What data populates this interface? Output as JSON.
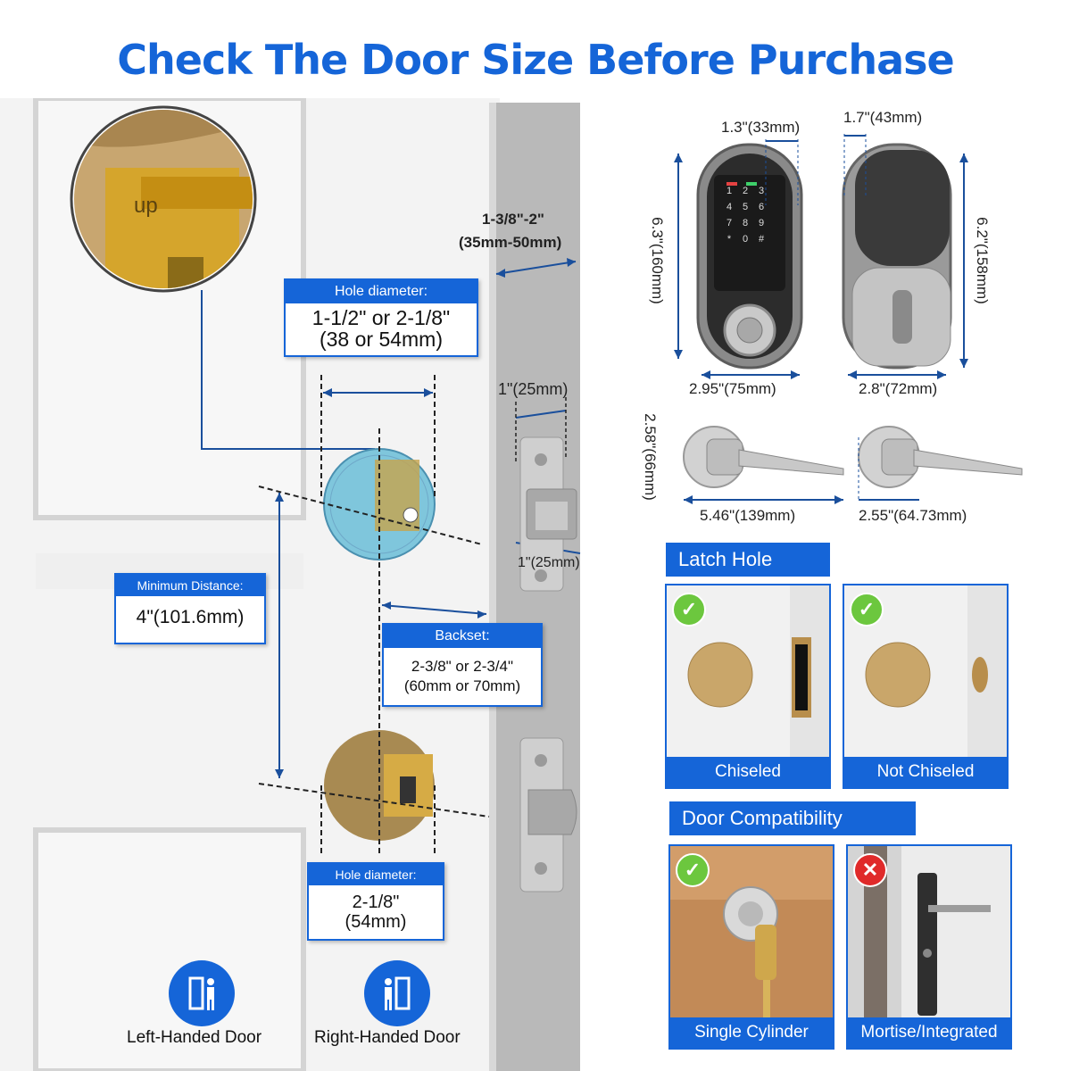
{
  "title": "Check The Door Size Before Purchase",
  "door_diagram": {
    "door_thickness": {
      "line1": "1-3/8\"-2\"",
      "line2": "(35mm-50mm)"
    },
    "hole_diameter_top": {
      "header": "Hole diameter:",
      "line1": "1-1/2\" or 2-1/8\"",
      "line2": "(38 or 54mm)"
    },
    "latch_width": "1\"(25mm)",
    "latch_depth": "1\"(25mm)",
    "minimum_distance": {
      "header": "Minimum Distance:",
      "value": "4\"(101.6mm)"
    },
    "backset": {
      "header": "Backset:",
      "line1": "2-3/8\" or 2-3/4\"",
      "line2": "(60mm or 70mm)"
    },
    "hole_diameter_bottom": {
      "header": "Hole diameter:",
      "line1": "2-1/8\"",
      "line2": "(54mm)"
    },
    "latch_stamp": "up"
  },
  "handedness": [
    {
      "label": "Left-Handed Door",
      "icon": "left-handed-door-icon"
    },
    {
      "label": "Right-Handed Door",
      "icon": "right-handed-door-icon"
    }
  ],
  "lock_dimensions": {
    "front_depth": "1.3\"(33mm)",
    "back_depth": "1.7\"(43mm)",
    "front_height": "6.3\"(160mm)",
    "back_height": "6.2\"(158mm)",
    "front_width": "2.95\"(75mm)",
    "back_width": "2.8\"(72mm)",
    "keypad_keys": [
      "1",
      "2",
      "3",
      "4",
      "5",
      "6",
      "7",
      "8",
      "9",
      "*",
      "0",
      "#"
    ]
  },
  "lever_dimensions": {
    "height": "2.58\"(66mm)",
    "length": "5.46\"(139mm)",
    "rose": "2.55\"(64.73mm)"
  },
  "latch_hole": {
    "heading": "Latch Hole",
    "cards": [
      {
        "caption": "Chiseled",
        "status": "check"
      },
      {
        "caption": "Not Chiseled",
        "status": "check"
      }
    ]
  },
  "door_compatibility": {
    "heading": "Door Compatibility",
    "cards": [
      {
        "caption": "Single Cylinder",
        "status": "check"
      },
      {
        "caption": "Mortise/Integrated",
        "status": "cross"
      }
    ]
  },
  "colors": {
    "accent": "#1565d8",
    "check": "#6cc73e",
    "cross": "#e02a2a"
  }
}
